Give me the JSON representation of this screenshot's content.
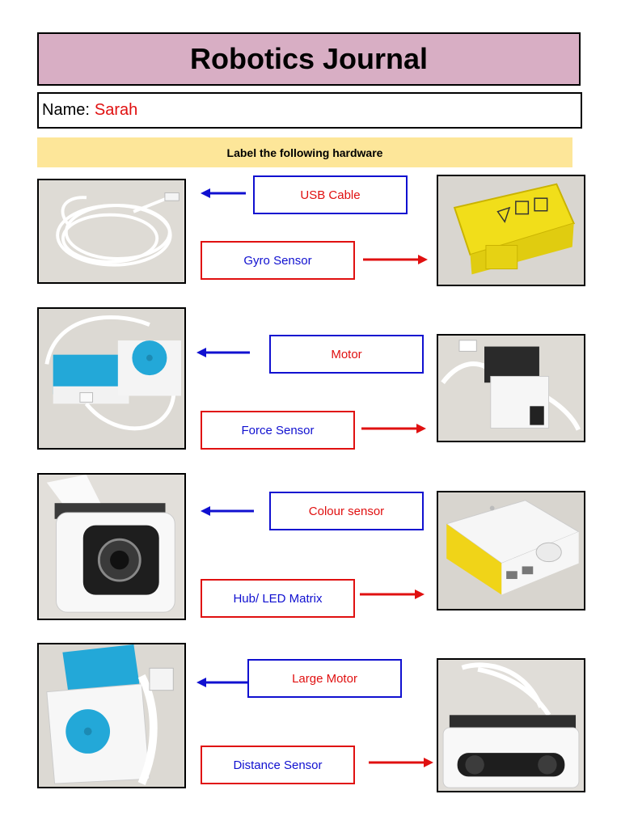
{
  "title": "Robotics Journal",
  "name": {
    "label": "Name:",
    "value": "Sarah"
  },
  "instruction": "Label the following hardware",
  "labels": {
    "usb_cable": "USB Cable",
    "gyro_sensor": "Gyro Sensor",
    "motor": "Motor",
    "force_sensor": "Force Sensor",
    "colour_sensor": "Colour sensor",
    "hub_led_matrix": "Hub/ LED Matrix",
    "large_motor": "Large Motor",
    "distance_sensor": "Distance Sensor"
  },
  "colors": {
    "title_bg": "#d8aec4",
    "instruction_bg": "#fde699",
    "blue": "#1010d0",
    "red": "#e01010"
  }
}
